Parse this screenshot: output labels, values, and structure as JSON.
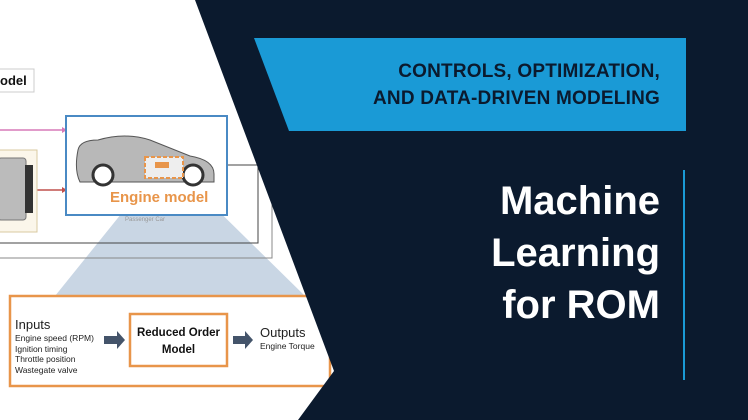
{
  "banner": {
    "line1": "CONTROLS, OPTIMIZATION,",
    "line2": "AND DATA-DRIVEN MODELING"
  },
  "title": {
    "line1": "Machine",
    "line2": "Learning",
    "line3": "for ROM"
  },
  "diagram": {
    "model_label_fragment": "odel",
    "engine_label": "Engine model",
    "vehicle_caption": "Passenger Car",
    "inputs_heading": "Inputs",
    "inputs": [
      "Engine speed (RPM)",
      "Ignition timing",
      "Throttle position",
      "Wastegate valve"
    ],
    "rom_line1": "Reduced Order",
    "rom_line2": "Model",
    "outputs_heading": "Outputs",
    "outputs": [
      "Engine Torque"
    ]
  },
  "colors": {
    "navy": "#0b1a2e",
    "accent_blue": "#1a9ad6",
    "orange": "#e8954a",
    "cone": "#c9d6e4"
  }
}
